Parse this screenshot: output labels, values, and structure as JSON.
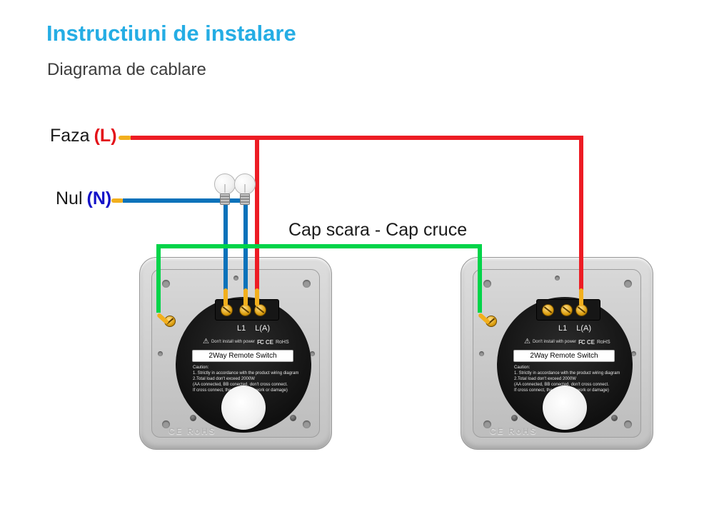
{
  "header": {
    "title": "Instructiuni de instalare",
    "subtitle": "Diagrama de cablare"
  },
  "wiring": {
    "phase_label": "Faza",
    "phase_tag": "(L)",
    "neutral_label": "Nul",
    "neutral_tag": "(N)",
    "traveler_label": "Cap scara - Cap cruce"
  },
  "switch_module": {
    "terminal_left": "L1",
    "terminal_right": "L(A)",
    "warning_icon": "⚠",
    "warning_text": "Don't install with power",
    "cert_fcc": "FC",
    "cert_ce": "CE",
    "cert_rohs": "RoHS",
    "product_name": "2Way Remote Switch",
    "caution_title": "Caution:",
    "caution_lines": [
      "1. Strictly in accordance with the product wiring diagram",
      "2.Total load don't exceed 2000W",
      "(AA connected, BB conected, don't cross connect.",
      "If cross connect, the switch can't work or damage)"
    ],
    "plate_mark": "CE  RoHS"
  },
  "colors": {
    "title": "#25ade4",
    "phase_wire": "#ed1c24",
    "neutral_wire": "#0a72ba",
    "traveler_wire": "#00d449",
    "wire_tip": "#f2af1d",
    "phase_tag_text": "#e31219",
    "neutral_tag_text": "#1412c8"
  }
}
